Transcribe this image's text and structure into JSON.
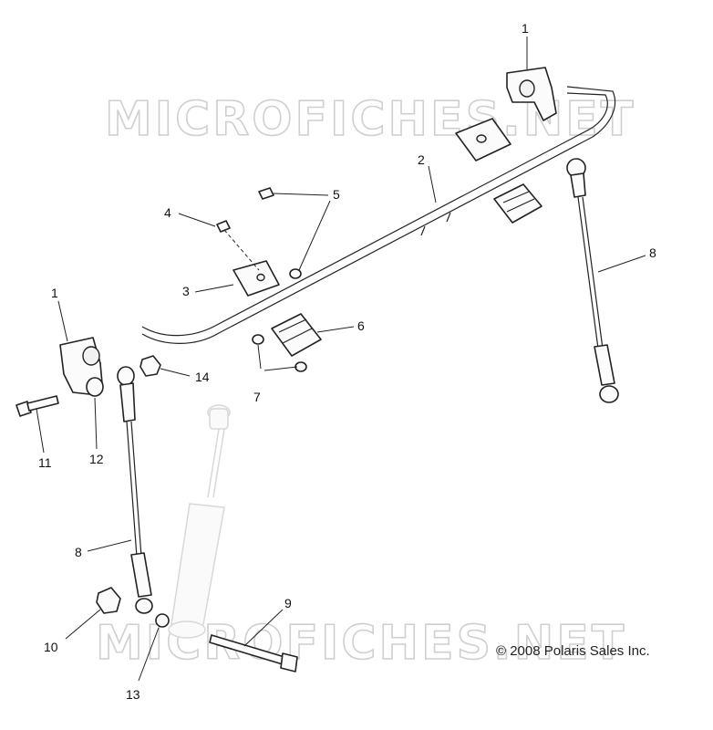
{
  "watermark": "MICROFICHES.NET",
  "copyright": "© 2008 Polaris Sales Inc.",
  "callouts": {
    "c1_top": "1",
    "c1_left": "1",
    "c2": "2",
    "c3": "3",
    "c4": "4",
    "c5": "5",
    "c6": "6",
    "c7": "7",
    "c8_right": "8",
    "c8_left": "8",
    "c9": "9",
    "c10": "10",
    "c11": "11",
    "c12": "12",
    "c13": "13",
    "c14": "14"
  }
}
